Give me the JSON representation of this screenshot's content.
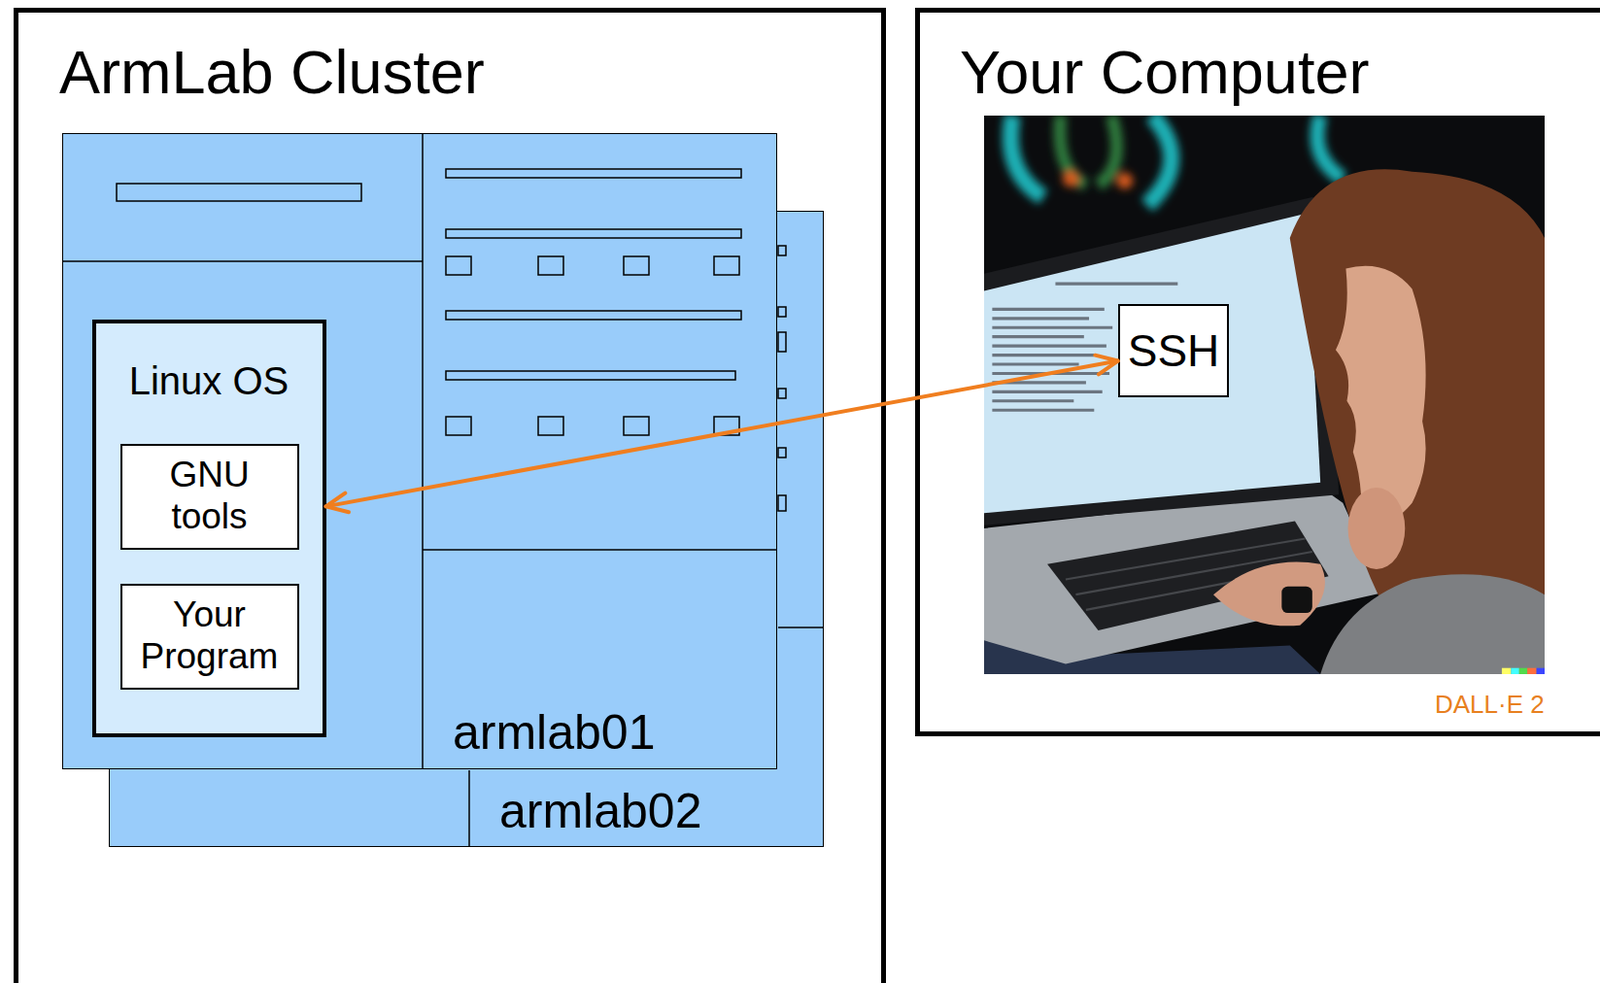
{
  "diagram": {
    "nodes": [
      {
        "text": [
          "ArmLab Cluster"
        ]
      },
      {
        "text": [
          "armlab01"
        ],
        "in": 0
      },
      {
        "text": [
          "armlab02"
        ],
        "in": 0
      },
      {
        "text": [
          "Linux OS"
        ],
        "in": 1
      },
      {
        "text": [
          "GNU tools"
        ],
        "in": 3
      },
      {
        "text": [
          "Your Program"
        ],
        "in": 3
      },
      {
        "text": [
          "Your Computer"
        ]
      },
      {
        "text": [
          "SSH"
        ],
        "in": 6
      }
    ],
    "edges": [
      {
        "from": 3,
        "to": 7,
        "arrow": "both"
      }
    ],
    "labels": [
      "DALL·E 2"
    ]
  }
}
